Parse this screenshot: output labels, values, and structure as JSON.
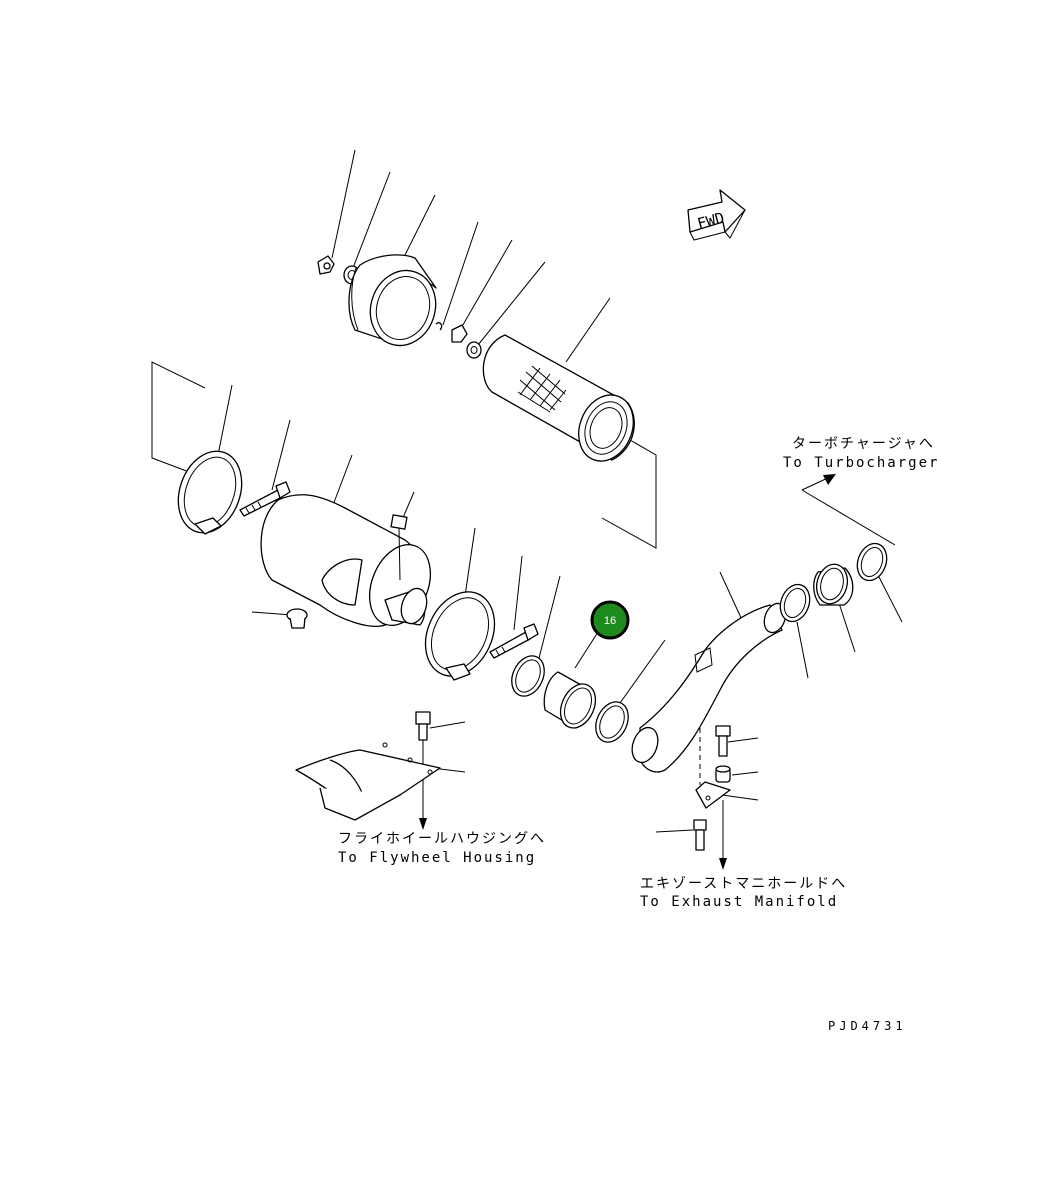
{
  "labels": {
    "turbo_jp": "ターボチャージャへ",
    "turbo_en": "To Turbocharger",
    "flywheel_jp": "フライホイールハウジングへ",
    "flywheel_en": "To Flywheel Housing",
    "exhaust_jp": "エキゾーストマニホールドへ",
    "exhaust_en": "To Exhaust Manifold",
    "fwd": "FWD",
    "drawing_code": "PJD4731"
  },
  "callout": {
    "number": "16",
    "fill_color": "#1e8a1e",
    "ring_color": "#000000"
  }
}
